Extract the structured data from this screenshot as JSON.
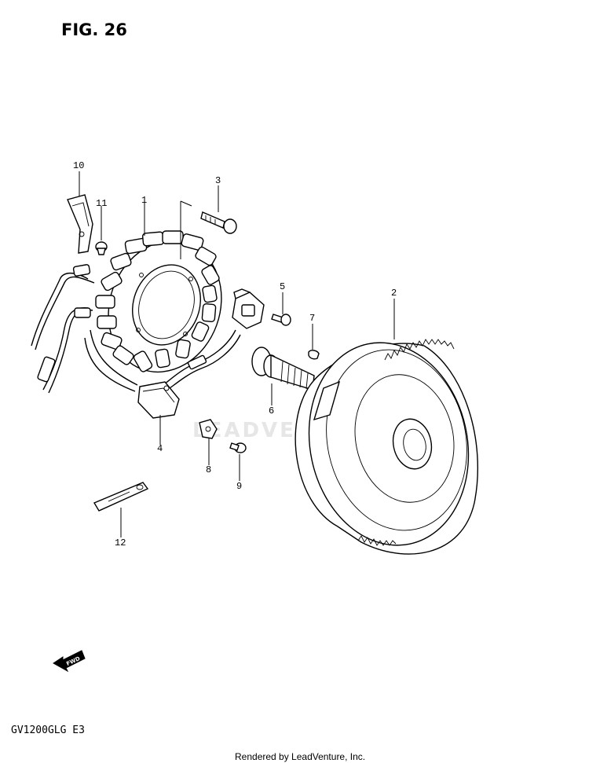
{
  "figure": {
    "title": "FIG. 26"
  },
  "callouts": {
    "c1": "1",
    "c2": "2",
    "c3": "3",
    "c4": "4",
    "c5": "5",
    "c6": "6",
    "c7": "7",
    "c8": "8",
    "c9": "9",
    "c10": "10",
    "c11": "11",
    "c12": "12"
  },
  "direction_marker": {
    "label": "FWD"
  },
  "footer": {
    "model_code": "GV1200GLG E3",
    "credit": "Rendered by LeadVenture, Inc."
  },
  "watermark": {
    "text": "LEADVENTURE"
  }
}
